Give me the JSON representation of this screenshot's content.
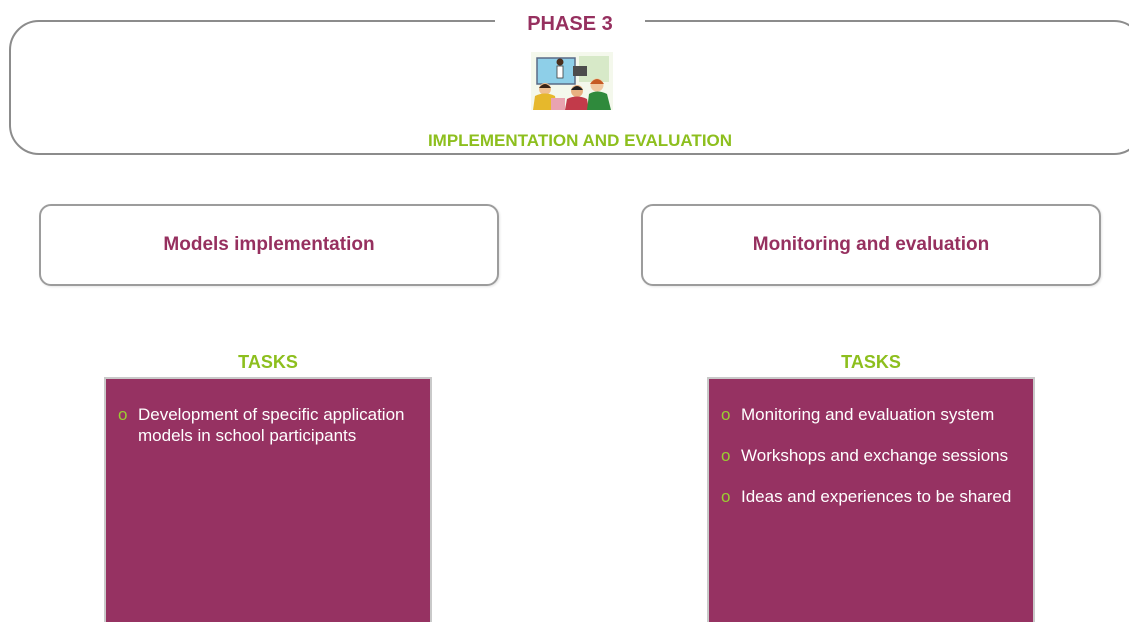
{
  "phase": {
    "title": "PHASE 3",
    "subtitle": "IMPLEMENTATION AND EVALUATION",
    "image_icon": "classroom-presentation-clipart"
  },
  "columns": [
    {
      "box_label": "Models implementation",
      "tasks_heading": "TASKS",
      "tasks": [
        "Development of specific application models in school participants"
      ]
    },
    {
      "box_label": "Monitoring and evaluation",
      "tasks_heading": "TASKS",
      "tasks": [
        "Monitoring and evaluation system",
        "Workshops and exchange sessions",
        "Ideas and experiences to be shared"
      ]
    }
  ],
  "bullet_symbol": "o",
  "colors": {
    "title": "#96305f",
    "accent_green": "#8dbf1e",
    "panel": "#963262",
    "border": "#8c8c8c"
  }
}
